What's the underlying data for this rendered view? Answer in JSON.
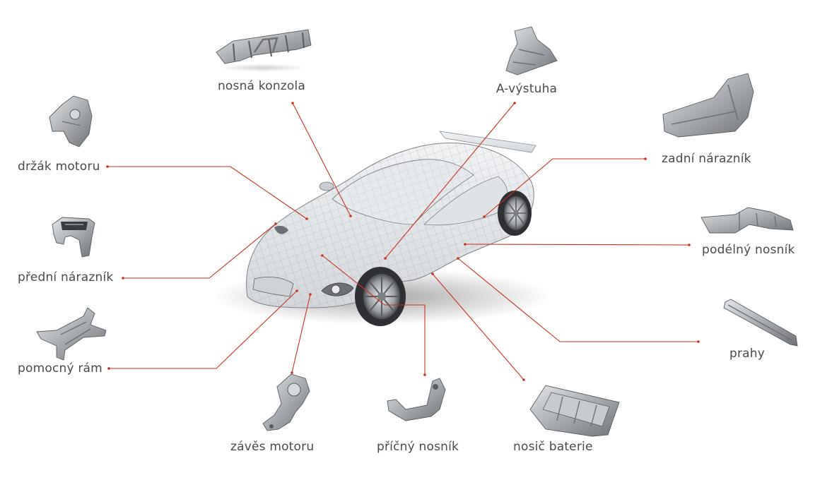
{
  "colors": {
    "callout": "#c8321e",
    "label_text": "#4a4a4a",
    "part_metal": "#a9adb1",
    "car_wire": "#8c9094",
    "background": "#ffffff"
  },
  "components": [
    {
      "id": "nosna-konzola",
      "label": "nosná konzola",
      "icon": "instrument-panel-beam-icon"
    },
    {
      "id": "a-vystuha",
      "label": "A-výstuha",
      "icon": "a-pillar-reinforcement-icon"
    },
    {
      "id": "zadni-naraznik",
      "label": "zadní nárazník",
      "icon": "rear-bumper-icon"
    },
    {
      "id": "podelny-nosnik",
      "label": "podélný nosník",
      "icon": "longitudinal-beam-icon"
    },
    {
      "id": "prahy",
      "label": "prahy",
      "icon": "sill-icon"
    },
    {
      "id": "nosic-baterie",
      "label": "nosič baterie",
      "icon": "battery-tray-icon"
    },
    {
      "id": "pricny-nosnik",
      "label": "příčný nosník",
      "icon": "cross-member-icon"
    },
    {
      "id": "zaves-motoru",
      "label": "závěs motoru",
      "icon": "engine-mount-icon"
    },
    {
      "id": "pomocny-ram",
      "label": "pomocný rám",
      "icon": "subframe-icon"
    },
    {
      "id": "predni-naraznik",
      "label": "přední nárazník",
      "icon": "front-bumper-icon"
    },
    {
      "id": "drzak-motoru",
      "label": "držák motoru",
      "icon": "engine-bracket-icon"
    }
  ]
}
